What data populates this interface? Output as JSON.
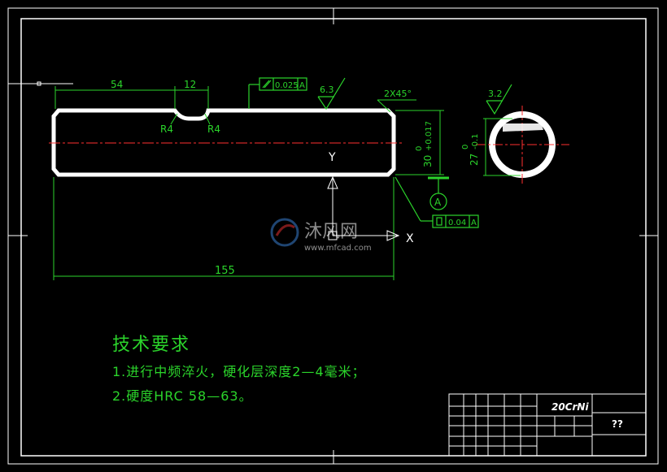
{
  "dimensions": {
    "d_54": "54",
    "d_12": "12",
    "r_left": "R4",
    "r_right": "R4",
    "d_155": "155",
    "chamfer": "2X45°",
    "dia_30": "30",
    "dia_30_tol_lower": "0",
    "dia_30_tol_upper": "+0.017",
    "dia_27": "27",
    "dia_27_tol_upper": "0",
    "dia_27_tol_lower": "-0.1"
  },
  "tolerances": {
    "top_frame_value": "0.025",
    "top_frame_datum": "A",
    "right_frame_value": "0.04",
    "right_frame_datum": "A",
    "datum_label": "A"
  },
  "roughness": {
    "r1": "6.3",
    "r2": "3.2"
  },
  "axes": {
    "y": "Y",
    "x": "X"
  },
  "notes": {
    "heading": "技术要求",
    "line1": "1.进行中频淬火，硬化层深度2—4毫米；",
    "line2": "2.硬度HRC 58—63。"
  },
  "title_block": {
    "material": "20CrNi",
    "drawing_name": "??"
  },
  "watermark": {
    "brand": "沐风网",
    "site": "www.mfcad.com"
  },
  "colors": {
    "line": "#2bd42b",
    "outline": "#ffffff",
    "center": "#ff3030",
    "background": "#000000"
  }
}
